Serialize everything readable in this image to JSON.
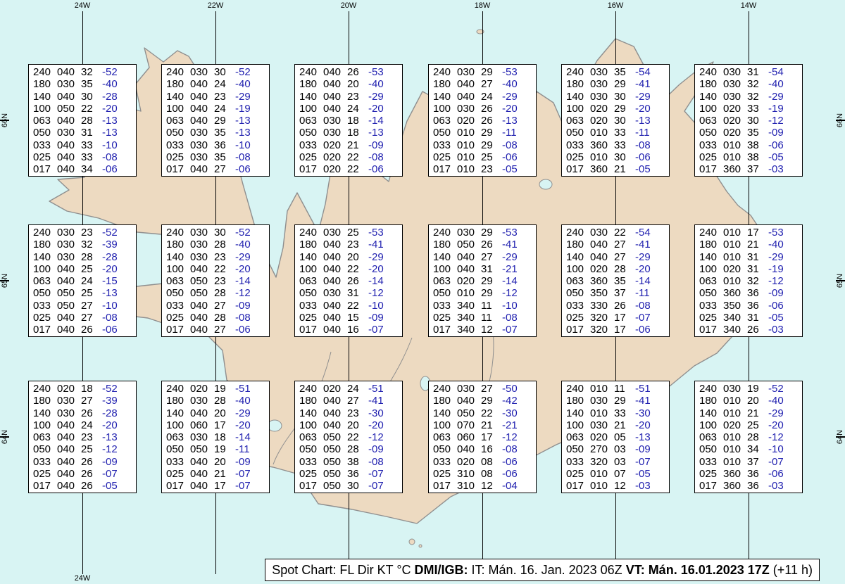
{
  "page_title": "Spot Chart",
  "map": {
    "ocean_color": "#d8f4f3",
    "land_color": "#eddac1",
    "coast_color": "#8f8f8f",
    "temp_color": "#1f1faf",
    "lon_labels": [
      "24W",
      "22W",
      "20W",
      "18W",
      "16W",
      "14W"
    ],
    "bottom_lon_label": "24W",
    "lat_labels": [
      "66N",
      "65N",
      "64N"
    ]
  },
  "caption": {
    "part1": "Spot Chart: FL Dir KT °C ",
    "bold1": "DMI/IGB:",
    "part2": " IT: Mán. 16. Jan. 2023 06Z ",
    "bold2": "VT: Mán. 16.01.2023 17Z",
    "part3": " (+11 h)"
  },
  "spot_boxes": [
    {
      "lat": "66N",
      "lon": "24W",
      "rows": [
        [
          "240",
          "040",
          "32",
          "-52"
        ],
        [
          "180",
          "030",
          "35",
          "-40"
        ],
        [
          "140",
          "040",
          "30",
          "-28"
        ],
        [
          "100",
          "050",
          "22",
          "-20"
        ],
        [
          "063",
          "040",
          "28",
          "-13"
        ],
        [
          "050",
          "030",
          "31",
          "-13"
        ],
        [
          "033",
          "040",
          "33",
          "-10"
        ],
        [
          "025",
          "040",
          "33",
          "-08"
        ],
        [
          "017",
          "040",
          "34",
          "-06"
        ]
      ]
    },
    {
      "lat": "66N",
      "lon": "22W",
      "rows": [
        [
          "240",
          "030",
          "30",
          "-52"
        ],
        [
          "180",
          "040",
          "24",
          "-40"
        ],
        [
          "140",
          "040",
          "23",
          "-29"
        ],
        [
          "100",
          "040",
          "24",
          "-19"
        ],
        [
          "063",
          "040",
          "29",
          "-13"
        ],
        [
          "050",
          "030",
          "35",
          "-13"
        ],
        [
          "033",
          "030",
          "36",
          "-10"
        ],
        [
          "025",
          "030",
          "35",
          "-08"
        ],
        [
          "017",
          "040",
          "27",
          "-06"
        ]
      ]
    },
    {
      "lat": "66N",
      "lon": "20W",
      "rows": [
        [
          "240",
          "040",
          "26",
          "-53"
        ],
        [
          "180",
          "040",
          "20",
          "-40"
        ],
        [
          "140",
          "040",
          "23",
          "-29"
        ],
        [
          "100",
          "040",
          "24",
          "-20"
        ],
        [
          "063",
          "030",
          "18",
          "-14"
        ],
        [
          "050",
          "030",
          "18",
          "-13"
        ],
        [
          "033",
          "020",
          "21",
          "-09"
        ],
        [
          "025",
          "020",
          "22",
          "-08"
        ],
        [
          "017",
          "020",
          "22",
          "-06"
        ]
      ]
    },
    {
      "lat": "66N",
      "lon": "18W",
      "rows": [
        [
          "240",
          "030",
          "29",
          "-53"
        ],
        [
          "180",
          "040",
          "27",
          "-40"
        ],
        [
          "140",
          "040",
          "24",
          "-29"
        ],
        [
          "100",
          "030",
          "26",
          "-20"
        ],
        [
          "063",
          "020",
          "26",
          "-13"
        ],
        [
          "050",
          "010",
          "29",
          "-11"
        ],
        [
          "033",
          "010",
          "29",
          "-08"
        ],
        [
          "025",
          "010",
          "25",
          "-06"
        ],
        [
          "017",
          "010",
          "23",
          "-05"
        ]
      ]
    },
    {
      "lat": "66N",
      "lon": "16W",
      "rows": [
        [
          "240",
          "030",
          "35",
          "-54"
        ],
        [
          "180",
          "030",
          "29",
          "-41"
        ],
        [
          "140",
          "030",
          "30",
          "-29"
        ],
        [
          "100",
          "020",
          "29",
          "-20"
        ],
        [
          "063",
          "020",
          "30",
          "-13"
        ],
        [
          "050",
          "010",
          "33",
          "-11"
        ],
        [
          "033",
          "360",
          "33",
          "-08"
        ],
        [
          "025",
          "010",
          "30",
          "-06"
        ],
        [
          "017",
          "360",
          "21",
          "-05"
        ]
      ]
    },
    {
      "lat": "66N",
      "lon": "14W",
      "rows": [
        [
          "240",
          "030",
          "31",
          "-54"
        ],
        [
          "180",
          "030",
          "32",
          "-40"
        ],
        [
          "140",
          "030",
          "32",
          "-29"
        ],
        [
          "100",
          "020",
          "33",
          "-19"
        ],
        [
          "063",
          "020",
          "30",
          "-12"
        ],
        [
          "050",
          "020",
          "35",
          "-09"
        ],
        [
          "033",
          "010",
          "38",
          "-06"
        ],
        [
          "025",
          "010",
          "38",
          "-05"
        ],
        [
          "017",
          "360",
          "37",
          "-03"
        ]
      ]
    },
    {
      "lat": "65N",
      "lon": "24W",
      "rows": [
        [
          "240",
          "030",
          "23",
          "-52"
        ],
        [
          "180",
          "030",
          "32",
          "-39"
        ],
        [
          "140",
          "030",
          "28",
          "-28"
        ],
        [
          "100",
          "040",
          "25",
          "-20"
        ],
        [
          "063",
          "040",
          "24",
          "-15"
        ],
        [
          "050",
          "050",
          "25",
          "-13"
        ],
        [
          "033",
          "050",
          "27",
          "-10"
        ],
        [
          "025",
          "040",
          "27",
          "-08"
        ],
        [
          "017",
          "040",
          "26",
          "-06"
        ]
      ]
    },
    {
      "lat": "65N",
      "lon": "22W",
      "rows": [
        [
          "240",
          "030",
          "30",
          "-52"
        ],
        [
          "180",
          "030",
          "28",
          "-40"
        ],
        [
          "140",
          "030",
          "23",
          "-29"
        ],
        [
          "100",
          "040",
          "22",
          "-20"
        ],
        [
          "063",
          "050",
          "23",
          "-14"
        ],
        [
          "050",
          "050",
          "28",
          "-12"
        ],
        [
          "033",
          "040",
          "27",
          "-09"
        ],
        [
          "025",
          "040",
          "28",
          "-08"
        ],
        [
          "017",
          "040",
          "27",
          "-06"
        ]
      ]
    },
    {
      "lat": "65N",
      "lon": "20W",
      "rows": [
        [
          "240",
          "030",
          "25",
          "-53"
        ],
        [
          "180",
          "040",
          "23",
          "-41"
        ],
        [
          "140",
          "040",
          "20",
          "-29"
        ],
        [
          "100",
          "040",
          "22",
          "-20"
        ],
        [
          "063",
          "040",
          "26",
          "-14"
        ],
        [
          "050",
          "030",
          "31",
          "-12"
        ],
        [
          "033",
          "040",
          "22",
          "-10"
        ],
        [
          "025",
          "040",
          "15",
          "-09"
        ],
        [
          "017",
          "040",
          "16",
          "-07"
        ]
      ]
    },
    {
      "lat": "65N",
      "lon": "18W",
      "rows": [
        [
          "240",
          "030",
          "29",
          "-53"
        ],
        [
          "180",
          "050",
          "26",
          "-41"
        ],
        [
          "140",
          "040",
          "27",
          "-29"
        ],
        [
          "100",
          "040",
          "31",
          "-21"
        ],
        [
          "063",
          "020",
          "29",
          "-14"
        ],
        [
          "050",
          "010",
          "29",
          "-12"
        ],
        [
          "033",
          "340",
          "11",
          "-10"
        ],
        [
          "025",
          "340",
          "11",
          "-08"
        ],
        [
          "017",
          "340",
          "12",
          "-07"
        ]
      ]
    },
    {
      "lat": "65N",
      "lon": "16W",
      "rows": [
        [
          "240",
          "030",
          "22",
          "-54"
        ],
        [
          "180",
          "040",
          "27",
          "-41"
        ],
        [
          "140",
          "040",
          "27",
          "-29"
        ],
        [
          "100",
          "020",
          "28",
          "-20"
        ],
        [
          "063",
          "360",
          "35",
          "-14"
        ],
        [
          "050",
          "350",
          "37",
          "-11"
        ],
        [
          "033",
          "330",
          "26",
          "-08"
        ],
        [
          "025",
          "320",
          "17",
          "-07"
        ],
        [
          "017",
          "320",
          "17",
          "-06"
        ]
      ]
    },
    {
      "lat": "65N",
      "lon": "14W",
      "rows": [
        [
          "240",
          "010",
          "17",
          "-53"
        ],
        [
          "180",
          "010",
          "21",
          "-40"
        ],
        [
          "140",
          "010",
          "31",
          "-29"
        ],
        [
          "100",
          "020",
          "31",
          "-19"
        ],
        [
          "063",
          "010",
          "32",
          "-12"
        ],
        [
          "050",
          "360",
          "36",
          "-09"
        ],
        [
          "033",
          "350",
          "36",
          "-06"
        ],
        [
          "025",
          "340",
          "31",
          "-05"
        ],
        [
          "017",
          "340",
          "26",
          "-03"
        ]
      ]
    },
    {
      "lat": "64N",
      "lon": "24W",
      "rows": [
        [
          "240",
          "020",
          "18",
          "-52"
        ],
        [
          "180",
          "030",
          "27",
          "-39"
        ],
        [
          "140",
          "030",
          "26",
          "-28"
        ],
        [
          "100",
          "040",
          "24",
          "-20"
        ],
        [
          "063",
          "040",
          "23",
          "-13"
        ],
        [
          "050",
          "040",
          "25",
          "-12"
        ],
        [
          "033",
          "040",
          "26",
          "-09"
        ],
        [
          "025",
          "040",
          "26",
          "-07"
        ],
        [
          "017",
          "040",
          "26",
          "-05"
        ]
      ]
    },
    {
      "lat": "64N",
      "lon": "22W",
      "rows": [
        [
          "240",
          "020",
          "19",
          "-51"
        ],
        [
          "180",
          "030",
          "28",
          "-40"
        ],
        [
          "140",
          "040",
          "20",
          "-29"
        ],
        [
          "100",
          "060",
          "17",
          "-20"
        ],
        [
          "063",
          "030",
          "18",
          "-14"
        ],
        [
          "050",
          "050",
          "19",
          "-11"
        ],
        [
          "033",
          "040",
          "20",
          "-09"
        ],
        [
          "025",
          "040",
          "21",
          "-07"
        ],
        [
          "017",
          "040",
          "17",
          "-07"
        ]
      ]
    },
    {
      "lat": "64N",
      "lon": "20W",
      "rows": [
        [
          "240",
          "020",
          "24",
          "-51"
        ],
        [
          "180",
          "040",
          "27",
          "-41"
        ],
        [
          "140",
          "040",
          "23",
          "-30"
        ],
        [
          "100",
          "040",
          "20",
          "-20"
        ],
        [
          "063",
          "050",
          "22",
          "-12"
        ],
        [
          "050",
          "050",
          "28",
          "-09"
        ],
        [
          "033",
          "050",
          "38",
          "-08"
        ],
        [
          "025",
          "050",
          "36",
          "-07"
        ],
        [
          "017",
          "050",
          "30",
          "-07"
        ]
      ]
    },
    {
      "lat": "64N",
      "lon": "18W",
      "rows": [
        [
          "240",
          "030",
          "27",
          "-50"
        ],
        [
          "180",
          "040",
          "29",
          "-42"
        ],
        [
          "140",
          "050",
          "22",
          "-30"
        ],
        [
          "100",
          "070",
          "21",
          "-21"
        ],
        [
          "063",
          "060",
          "17",
          "-12"
        ],
        [
          "050",
          "040",
          "16",
          "-08"
        ],
        [
          "033",
          "020",
          "08",
          "-06"
        ],
        [
          "025",
          "310",
          "08",
          "-06"
        ],
        [
          "017",
          "310",
          "12",
          "-04"
        ]
      ]
    },
    {
      "lat": "64N",
      "lon": "16W",
      "rows": [
        [
          "240",
          "010",
          "11",
          "-51"
        ],
        [
          "180",
          "030",
          "29",
          "-41"
        ],
        [
          "140",
          "010",
          "33",
          "-30"
        ],
        [
          "100",
          "030",
          "21",
          "-20"
        ],
        [
          "063",
          "020",
          "05",
          "-13"
        ],
        [
          "050",
          "270",
          "03",
          "-09"
        ],
        [
          "033",
          "320",
          "03",
          "-07"
        ],
        [
          "025",
          "010",
          "07",
          "-05"
        ],
        [
          "017",
          "010",
          "12",
          "-03"
        ]
      ]
    },
    {
      "lat": "64N",
      "lon": "14W",
      "rows": [
        [
          "240",
          "030",
          "19",
          "-52"
        ],
        [
          "180",
          "010",
          "20",
          "-40"
        ],
        [
          "140",
          "010",
          "21",
          "-29"
        ],
        [
          "100",
          "020",
          "25",
          "-20"
        ],
        [
          "063",
          "010",
          "28",
          "-12"
        ],
        [
          "050",
          "010",
          "34",
          "-10"
        ],
        [
          "033",
          "010",
          "37",
          "-07"
        ],
        [
          "025",
          "360",
          "36",
          "-06"
        ],
        [
          "017",
          "360",
          "36",
          "-03"
        ]
      ]
    }
  ]
}
